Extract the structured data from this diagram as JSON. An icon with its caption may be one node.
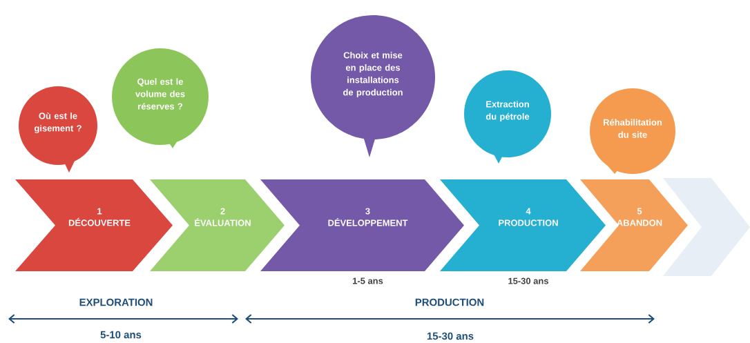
{
  "diagram": {
    "nodes": [
      {
        "text": [
          "Où est le gisement ?"
        ]
      },
      {
        "text": [
          "Quel est le volume des réserves ?"
        ]
      },
      {
        "text": [
          "Choix et mise en place des installations de production"
        ]
      },
      {
        "text": [
          "Extraction du pétrole"
        ]
      },
      {
        "text": [
          "Réhabilitation du site"
        ]
      },
      {
        "text": [
          "1",
          "DÉCOUVERTE"
        ]
      },
      {
        "text": [
          "2",
          "ÉVALUATION"
        ]
      },
      {
        "text": [
          "3",
          "DÉVELOPPEMENT"
        ],
        "beside": [
          "1-5 ans"
        ]
      },
      {
        "text": [
          "4",
          "PRODUCTION"
        ],
        "beside": [
          "15-30 ans"
        ]
      },
      {
        "text": [
          "5",
          "ABANDON"
        ]
      },
      {
        "text": [],
        "shape": "chevron"
      }
    ],
    "labels": [
      "EXPLORATION",
      "PRODUCTION",
      "5-10 ans",
      "15-30 ans"
    ]
  }
}
